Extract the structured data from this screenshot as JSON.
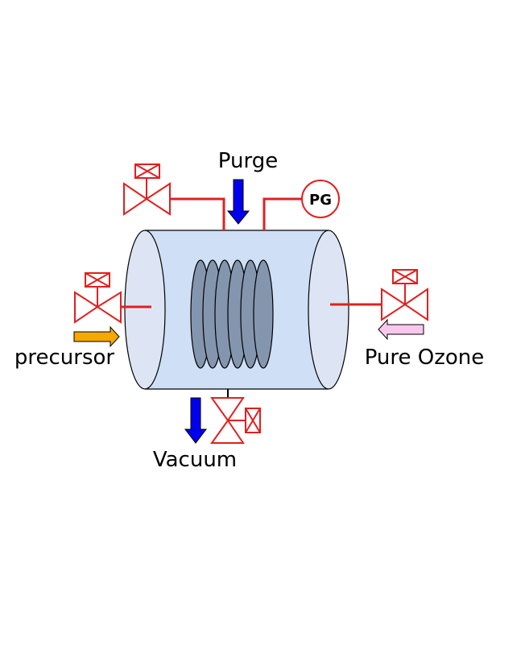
{
  "labels": {
    "purge": "Purge",
    "pressure_gauge": "PG",
    "precursor": "precursor",
    "pure_ozone": "Pure Ozone",
    "vacuum": "Vacuum"
  },
  "colors": {
    "pipe": "#e02020",
    "chamber_body": "#cfdff5",
    "chamber_end": "#dde5f4",
    "coil": "#8496ae",
    "flow_arrow": "#0000ee",
    "precursor_arrow": "#f5a800",
    "ozone_arrow": "#f8c8ec"
  },
  "icons": [
    "valve-icon",
    "pressure-gauge-icon",
    "flow-arrow-icon"
  ]
}
